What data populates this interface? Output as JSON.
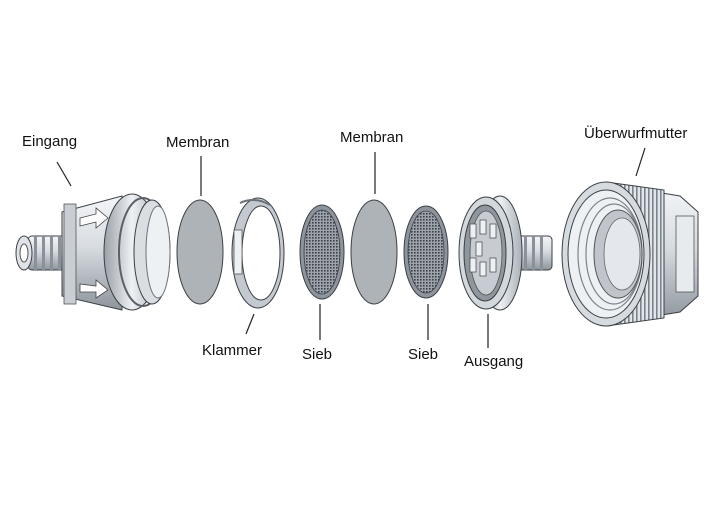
{
  "labels": {
    "eingang": "Eingang",
    "membran_1": "Membran",
    "membran_2": "Membran",
    "ueberwurfmutter": "Überwurfmutter",
    "klammer": "Klammer",
    "sieb_1": "Sieb",
    "sieb_2": "Sieb",
    "ausgang": "Ausgang"
  },
  "colors": {
    "background": "#ffffff",
    "part_light": "#e4e8ec",
    "part_mid": "#b8bfc6",
    "part_dark": "#6a727b",
    "membrane": "#aeb3b8",
    "outline": "#3c4046",
    "leader": "#222222"
  }
}
